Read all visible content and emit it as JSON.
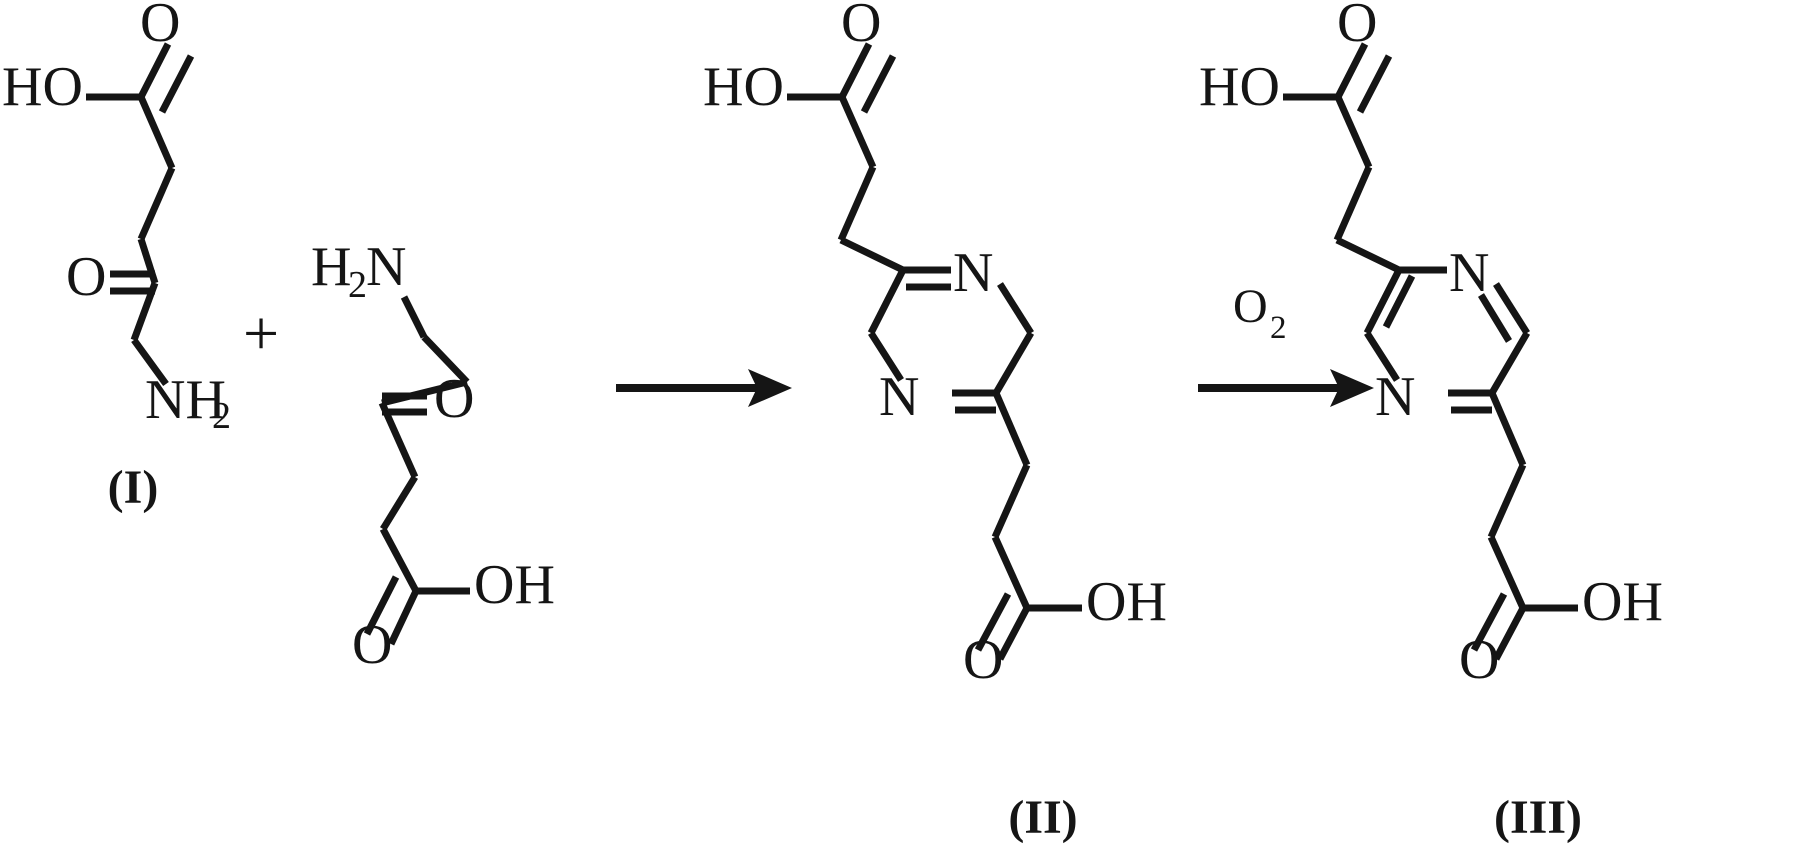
{
  "figure": {
    "kind": "chemical-reaction-scheme",
    "background_color": "#ffffff",
    "ink_color": "#151515",
    "description": "Two keto-amino acid molecules condense to a dihydropyrazine diacid, which is oxidized by O2 to the aromatic pyrazine diacid."
  },
  "reactant_one": {
    "label": "(I)",
    "atoms": {
      "hydroxyl": "HO",
      "carbonyl_oxygen": "O",
      "ketone_oxygen": "O",
      "amine": "NH",
      "amine_subscript": "2"
    }
  },
  "plus": {
    "symbol": "+"
  },
  "reactant_two": {
    "atoms": {
      "amine": "H",
      "amine_subscript": "2",
      "amine_n": "N",
      "ketone_oxygen": "O",
      "hydroxyl": "OH",
      "carbonyl_oxygen": "O"
    }
  },
  "arrow_one": {
    "reagent": "",
    "direction": "right"
  },
  "product_two": {
    "label": "(II)",
    "atoms": {
      "hydroxyl_top": "HO",
      "carbonyl_oxygen_top": "O",
      "ring_nitrogen_top": "N",
      "ring_nitrogen_bottom": "N",
      "hydroxyl_bottom": "OH",
      "carbonyl_oxygen_bottom": "O"
    }
  },
  "arrow_two": {
    "reagent": "O",
    "reagent_subscript": "2",
    "direction": "right"
  },
  "product_three": {
    "label": "(III)",
    "atoms": {
      "hydroxyl_top": "HO",
      "carbonyl_oxygen_top": "O",
      "ring_nitrogen_top": "N",
      "ring_nitrogen_bottom": "N",
      "hydroxyl_bottom": "OH",
      "carbonyl_oxygen_bottom": "O"
    }
  }
}
